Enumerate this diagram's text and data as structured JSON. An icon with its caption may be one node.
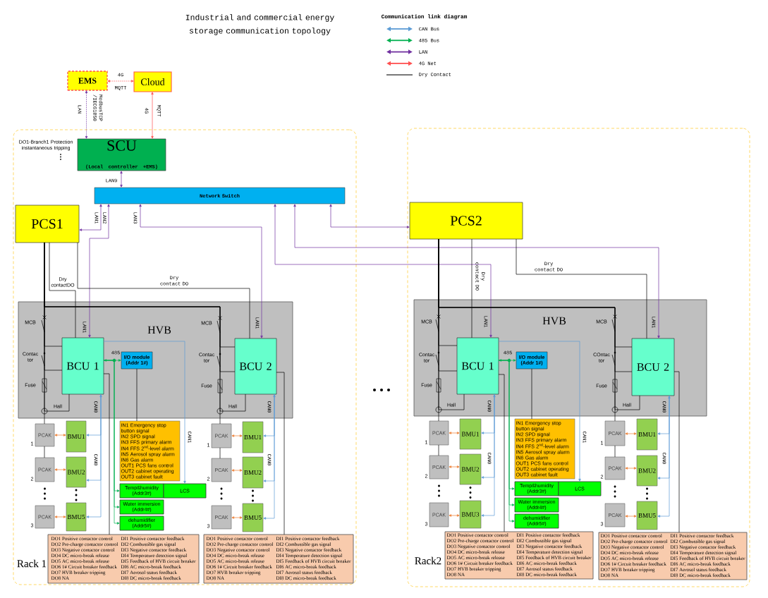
{
  "diagram": {
    "title": "Industrial and commercial energy storage communication topology",
    "nodes": [
      {
        "text": [
          "EMS"
        ]
      },
      {
        "text": [
          "Cloud"
        ]
      },
      {
        "text": [
          "Rack 1"
        ]
      },
      {
        "text": [
          "SCU",
          "(Local controller +EMS)"
        ],
        "in": 2
      },
      {
        "text": [
          "Network Switch"
        ],
        "in": 2
      },
      {
        "text": [
          "PCS1"
        ],
        "in": 2
      },
      {
        "text": [
          "Rack2"
        ]
      },
      {
        "text": [
          "PCS2"
        ],
        "in": 6
      },
      {
        "text": [
          "HVB"
        ],
        "in": 2
      },
      {
        "text": [
          "BCU 1"
        ],
        "in": 8
      },
      {
        "text": [
          "BCU 2"
        ],
        "in": 8
      },
      {
        "text": [
          "I/O module (Addr 1#)"
        ],
        "in": 8
      },
      {
        "text": [
          "IN1 Emergency stop button signal",
          "IN2 SPD signal",
          "IN3 FFS primary alarm",
          "IN4 FFS 2$^{nd}$-level alarm",
          "IN5 Aerosol spray alarm",
          "IN6 Gas alarm",
          "OUT1 PCS fans control",
          "OUT2 cabinet operating",
          "OUT3 cabinet fault"
        ],
        "in": 2
      },
      {
        "text": [
          "Temp&humidity (Addr3#)"
        ],
        "in": 2
      },
      {
        "text": [
          "LCS"
        ],
        "in": 2
      },
      {
        "text": [
          "Water immersion (Addr4#)"
        ],
        "in": 2
      },
      {
        "text": [
          "dehumidifier (Addr5#)"
        ],
        "in": 2
      },
      {
        "text": [
          "PCAK"
        ],
        "beside": [
          "1"
        ],
        "in": 2
      },
      {
        "text": [
          "BMU1"
        ],
        "in": 2
      },
      {
        "text": [
          "PCAK"
        ],
        "beside": [
          "2"
        ],
        "in": 2
      },
      {
        "text": [
          "BMU2"
        ],
        "in": 2
      },
      {
        "text": [
          "PCAK"
        ],
        "beside": [
          "3"
        ],
        "in": 2
      },
      {
        "text": [
          "BMU5"
        ],
        "in": 2
      },
      {
        "text": [
          "DO1 Positive contactor control",
          "DI1 Positive contactor feedback",
          "DO2 Pre-charge contactor control",
          "DI2 Combustible gas signal",
          "DO3 Negative contactor control",
          "DI3 Negative contactor feedback",
          "DO4 DC micro-break release",
          "DI4 Temperature detection signal",
          "DO5 AC micro-break release",
          "DI5 Feedback of HVB circuit breaker",
          "DO6 1# Circuit breaker feedback",
          "DI6 AC micro-break feedback",
          "DO7 HVB breaker tripping",
          "DI7 Aerosol status feedback",
          "DO8 NA",
          "DI8 DC micro-break feedback"
        ],
        "in": 2
      },
      {
        "text": [
          "PCAK"
        ],
        "beside": [
          "1"
        ],
        "in": 2
      },
      {
        "text": [
          "BMU1"
        ],
        "in": 2
      },
      {
        "text": [
          "PCAK"
        ],
        "beside": [
          "2"
        ],
        "in": 2
      },
      {
        "text": [
          "BMU2"
        ],
        "in": 2
      },
      {
        "text": [
          "PCAK"
        ],
        "beside": [
          "3"
        ],
        "in": 2
      },
      {
        "text": [
          "BMU5"
        ],
        "in": 2
      },
      {
        "text": [
          "DO1 Positive contactor control",
          "DI1 Positive contactor feedback",
          "DO2 Pre-charge contactor control",
          "DI2 Combustible gas signal",
          "DO3 Negative contactor control",
          "DI3 Negative contactor feedback",
          "DO4 DC micro-break release",
          "DI4 Temperature detection signal",
          "DO5 AC micro-break release",
          "DI5 Feedback of HVB circuit breaker",
          "DO6 1# Circuit breaker feedback",
          "DI6 AC micro-break feedback",
          "DO7 HVB breaker tripping",
          "DI7 Aerosol status feedback",
          "DO8 NA",
          "DI8 DC micro-break feedback"
        ],
        "in": 2
      },
      {
        "text": [
          "HVB"
        ],
        "in": 6
      },
      {
        "text": [
          "BCU 1"
        ],
        "in": 31
      },
      {
        "text": [
          "BCU 2"
        ],
        "in": 31
      },
      {
        "text": [
          "I/O module (Addr 1#)"
        ],
        "in": 31
      },
      {
        "text": [
          "IN1 Emergency stop button signal",
          "IN2 SPD signal",
          "IN3 FFS primary alarm",
          "IN4 FFS 2$^{nd}$-level alarm",
          "IN5 Aerosol spray alarm",
          "IN6 Gas alarm",
          "OUT1 PCS fans control",
          "OUT2 cabinet operating",
          "OUT3 cabinet fault"
        ],
        "in": 6
      },
      {
        "text": [
          "Temp&humidity (Addr3#)"
        ],
        "in": 6
      },
      {
        "text": [
          "LCS"
        ],
        "in": 6
      },
      {
        "text": [
          "Water immersion (Addr4#)"
        ],
        "in": 6
      },
      {
        "text": [
          "dehumidifier (Addr5#)"
        ],
        "in": 6
      },
      {
        "text": [
          "PCAK"
        ],
        "beside": [
          "1"
        ],
        "in": 6
      },
      {
        "text": [
          "BMU1"
        ],
        "in": 6
      },
      {
        "text": [
          "PCAK"
        ],
        "beside": [
          "2"
        ],
        "in": 6
      },
      {
        "text": [
          "BMU2"
        ],
        "in": 6
      },
      {
        "text": [
          "PCAK"
        ],
        "beside": [
          "3"
        ],
        "in": 6
      },
      {
        "text": [
          "BMU3"
        ],
        "in": 6
      },
      {
        "text": [
          "DO1 Positive contactor control",
          "DI1 Positive contactor feedback",
          "DO2 Pre-charge contactor control",
          "DI2 Combustible gas signal",
          "DO3 Negative contactor control",
          "DI3 Negative contactor feedback",
          "DO4 DC micro-break release",
          "DI4 Temperature detection signal",
          "DO5 AC micro-break release",
          "DI5 Feedback of HVB circuit breaker",
          "DO6 1# Circuit breaker feedback",
          "DI6 AC micro-break feedback",
          "DO7 HVB breaker tripping",
          "DI7 Aerosol status feedback",
          "DO8 NA",
          "DI8 DC micro-break feedback"
        ],
        "in": 6
      },
      {
        "text": [
          "PCAK"
        ],
        "beside": [
          "1"
        ],
        "in": 6
      },
      {
        "text": [
          "BMU1"
        ],
        "in": 6
      },
      {
        "text": [
          "PCAK"
        ],
        "beside": [
          "2"
        ],
        "in": 6
      },
      {
        "text": [
          "BMU2"
        ],
        "in": 6
      },
      {
        "text": [
          "PCAK"
        ],
        "beside": [
          "3"
        ],
        "in": 6
      },
      {
        "text": [
          "BMU5"
        ],
        "in": 6
      },
      {
        "text": [
          "DO1 Positive contactor control",
          "DI1 Positive contactor feedback",
          "DO2 Pre-charge contactor control",
          "DI2 Combustible gas signal",
          "DO3 Negative contactor control",
          "DI3 Negative contactor feedback",
          "DO4 DC micro-break release",
          "DI4 Temperature detection signal",
          "DO5 AC micro-break release",
          "DI5 Feedback of HVB circuit breaker",
          "DO6 1# Circuit breaker feedback",
          "DI6 AC micro-break feedback",
          "DO7 HVB breaker tripping",
          "DI7 Aerosol status feedback",
          "DO8 NA",
          "DI8 DC micro-break feedback"
        ],
        "in": 6
      }
    ],
    "edges": [
      {
        "from": 0,
        "to": 1,
        "arrow": "both",
        "label": "4G",
        "style": "dashed",
        "color": "#ff5050"
      },
      {
        "from": 0,
        "to": 3,
        "arrow": "both",
        "label": "LAN",
        "style": "dashed",
        "color": "#7030a0"
      },
      {
        "from": 1,
        "to": 3,
        "arrow": "both",
        "label": "4G",
        "color": "#ff5050"
      },
      {
        "from": 3,
        "to": 4,
        "arrow": "both",
        "label": "LAN9",
        "color": "#7030a0"
      },
      {
        "from": 4,
        "to": 5,
        "arrow": "both",
        "label": "LAN1",
        "color": "#7030a0"
      },
      {
        "from": 4,
        "to": 9,
        "arrow": "both",
        "label": "LAN2",
        "color": "#7030a0"
      },
      {
        "from": 4,
        "to": 10,
        "arrow": "both",
        "label": "LAN3",
        "color": "#7030a0"
      },
      {
        "from": 4,
        "to": 7,
        "arrow": "both",
        "color": "#7030a0"
      },
      {
        "from": 4,
        "to": 32,
        "arrow": "both",
        "label": "LAN1",
        "color": "#7030a0"
      },
      {
        "from": 4,
        "to": 33,
        "arrow": "both",
        "label": "LAN1",
        "color": "#7030a0"
      },
      {
        "from": 5,
        "to": 9,
        "arrow": "none",
        "label": "Dry contactDO"
      },
      {
        "from": 5,
        "to": 10,
        "arrow": "none",
        "label": "Dry contact DO"
      },
      {
        "from": 7,
        "to": 32,
        "arrow": "none",
        "label": "Dry contact DO"
      },
      {
        "from": 7,
        "to": 33,
        "arrow": "none",
        "label": "Dry contact DO"
      },
      {
        "from": 5,
        "to": 17,
        "arrow": "none"
      },
      {
        "from": 5,
        "to": 24,
        "arrow": "none"
      },
      {
        "from": 7,
        "to": 40,
        "arrow": "none"
      },
      {
        "from": 7,
        "to": 47,
        "arrow": "none"
      },
      {
        "from": 17,
        "to": 19,
        "arrow": "none"
      },
      {
        "from": 24,
        "to": 26,
        "arrow": "none"
      },
      {
        "from": 40,
        "to": 42,
        "arrow": "none"
      },
      {
        "from": 47,
        "to": 49,
        "arrow": "none"
      },
      {
        "from": 9,
        "to": 23,
        "arrow": "none"
      },
      {
        "from": 10,
        "to": 30,
        "arrow": "none"
      },
      {
        "from": 32,
        "to": 46,
        "arrow": "none"
      },
      {
        "from": 33,
        "to": 53,
        "arrow": "none"
      },
      {
        "from": 11,
        "to": 12,
        "arrow": "none"
      },
      {
        "from": 34,
        "to": 35,
        "arrow": "none"
      },
      {
        "from": 9,
        "to": 11,
        "arrow": "both",
        "label": "485",
        "color": "#00b050"
      },
      {
        "from": 9,
        "to": 13,
        "arrow": "to",
        "color": "#00b050"
      },
      {
        "from": 9,
        "to": 15,
        "arrow": "to",
        "color": "#00b050"
      },
      {
        "from": 9,
        "to": 16,
        "arrow": "to",
        "color": "#00b050"
      },
      {
        "from": 32,
        "to": 34,
        "arrow": "both",
        "label": "485",
        "color": "#00b050"
      },
      {
        "from": 32,
        "to": 36,
        "arrow": "to",
        "color": "#00b050"
      },
      {
        "from": 32,
        "to": 38,
        "arrow": "to",
        "color": "#00b050"
      },
      {
        "from": 32,
        "to": 39,
        "arrow": "to",
        "color": "#00b050"
      },
      {
        "from": 9,
        "to": 14,
        "arrow": "to",
        "label": "CAN1",
        "color": "#5b9bd5"
      },
      {
        "from": 32,
        "to": 37,
        "arrow": "to",
        "label": "CAN1",
        "color": "#5b9bd5"
      },
      {
        "from": 9,
        "to": 18,
        "arrow": "to",
        "label": "CAN0",
        "color": "#5b9bd5"
      },
      {
        "from": 9,
        "to": 20,
        "arrow": "to",
        "label": "CAN0",
        "color": "#5b9bd5"
      },
      {
        "from": 9,
        "to": 22,
        "arrow": "both",
        "color": "#5b9bd5"
      },
      {
        "from": 10,
        "to": 25,
        "arrow": "to",
        "label": "CAN0",
        "color": "#5b9bd5"
      },
      {
        "from": 10,
        "to": 27,
        "arrow": "to",
        "label": "CAN0",
        "color": "#5b9bd5"
      },
      {
        "from": 10,
        "to": 29,
        "arrow": "both",
        "color": "#5b9bd5"
      },
      {
        "from": 32,
        "to": 41,
        "arrow": "to",
        "label": "CAN0",
        "color": "#5b9bd5"
      },
      {
        "from": 32,
        "to": 43,
        "arrow": "to",
        "label": "CAN0",
        "color": "#5b9bd5"
      },
      {
        "from": 32,
        "to": 45,
        "arrow": "both",
        "color": "#5b9bd5"
      },
      {
        "from": 33,
        "to": 48,
        "arrow": "to",
        "label": "CAN0",
        "color": "#5b9bd5"
      },
      {
        "from": 33,
        "to": 50,
        "arrow": "to",
        "label": "CAN0",
        "color": "#5b9bd5"
      },
      {
        "from": 33,
        "to": 52,
        "arrow": "both",
        "color": "#5b9bd5"
      },
      {
        "from": 17,
        "to": 18,
        "arrow": "both",
        "color": "#ed7d31"
      },
      {
        "from": 19,
        "to": 20,
        "arrow": "both",
        "color": "#ed7d31"
      },
      {
        "from": 21,
        "to": 22,
        "arrow": "both",
        "color": "#ed7d31"
      },
      {
        "from": 24,
        "to": 25,
        "arrow": "both",
        "color": "#ed7d31"
      },
      {
        "from": 26,
        "to": 27,
        "arrow": "both",
        "color": "#ed7d31"
      },
      {
        "from": 28,
        "to": 29,
        "arrow": "both",
        "color": "#ed7d31"
      },
      {
        "from": 40,
        "to": 41,
        "arrow": "both",
        "color": "#ed7d31"
      },
      {
        "from": 42,
        "to": 43,
        "arrow": "both",
        "color": "#ed7d31"
      },
      {
        "from": 44,
        "to": 45,
        "arrow": "both",
        "color": "#ed7d31"
      },
      {
        "from": 47,
        "to": 48,
        "arrow": "both",
        "color": "#ed7d31"
      },
      {
        "from": 49,
        "to": 50,
        "arrow": "both",
        "color": "#ed7d31"
      },
      {
        "from": 51,
        "to": 52,
        "arrow": "both",
        "color": "#ed7d31"
      },
      {
        "from": 5,
        "to": 9,
        "arrow": "none"
      },
      {
        "from": 5,
        "to": 9,
        "arrow": "none"
      },
      {
        "from": 5,
        "to": 9,
        "arrow": "none",
        "label": "Hall"
      },
      {
        "from": 5,
        "to": 10,
        "arrow": "none"
      },
      {
        "from": 5,
        "to": 10,
        "arrow": "none"
      },
      {
        "from": 5,
        "to": 10,
        "arrow": "none",
        "label": "Hall"
      },
      {
        "from": 7,
        "to": 32,
        "arrow": "none"
      },
      {
        "from": 7,
        "to": 32,
        "arrow": "none"
      },
      {
        "from": 7,
        "to": 32,
        "arrow": "none",
        "label": "Hall"
      },
      {
        "from": 7,
        "to": 33,
        "arrow": "none"
      },
      {
        "from": 7,
        "to": 33,
        "arrow": "none"
      },
      {
        "from": 7,
        "to": 33,
        "arrow": "none",
        "label": "Hall"
      }
    ],
    "labels": [
      "Communication link diagram",
      "MQTT",
      "ModbusTCP /IEC61850",
      "MQTT",
      "DO1-Branch1 Protection instantaneous tripping",
      "LAN1",
      "LAN1",
      "MCB",
      "Contac tor",
      "Fuse",
      "MCB",
      "Contac tor",
      "Fuse",
      "MCB",
      "Contac tor",
      "Fuse",
      "MCB",
      "COntac tor",
      "Fuse"
    ],
    "legend": [
      {
        "text": "CAN Bus",
        "color": "#5b9bd5"
      },
      {
        "text": "485 Bus",
        "color": "#00b050"
      },
      {
        "text": "LAN",
        "color": "#7030a0"
      },
      {
        "text": "4G Net",
        "color": "#ff5050"
      },
      {
        "text": "Dry Contact"
      }
    ]
  }
}
